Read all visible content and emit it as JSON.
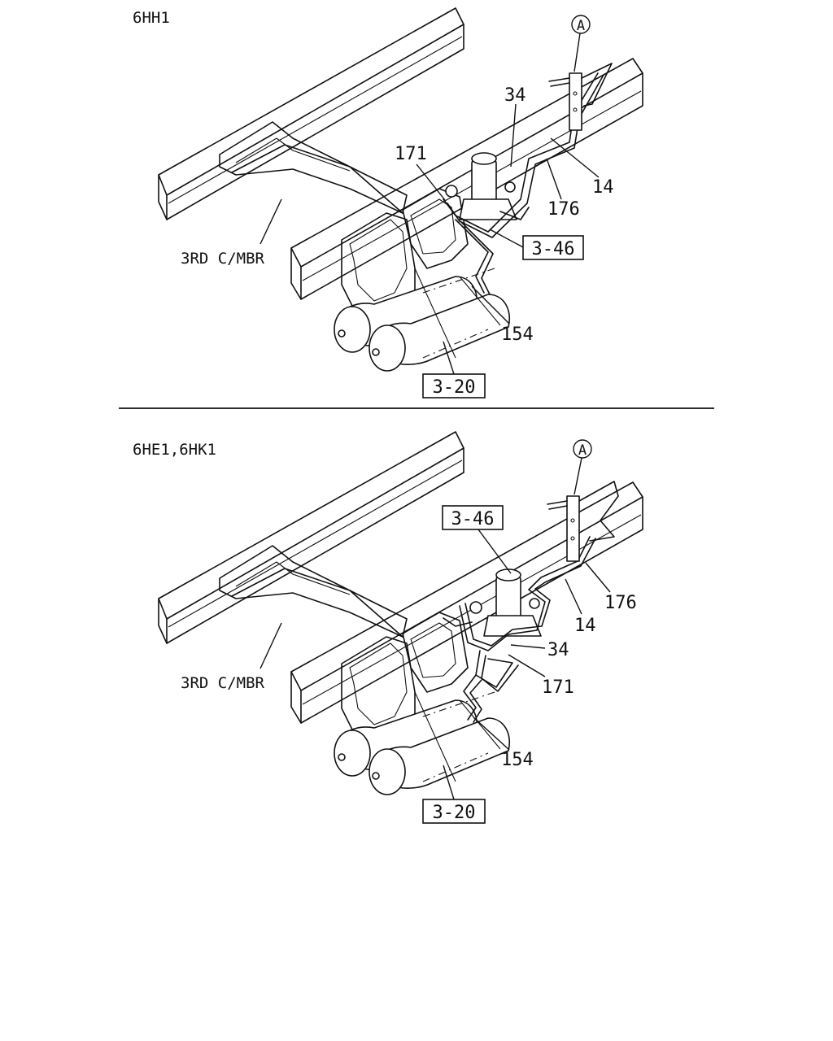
{
  "top_view": {
    "variant": "6HH1",
    "member_label": "3RD C/MBR",
    "callout_a": "A",
    "parts": {
      "p34": "34",
      "p171": "171",
      "p14": "14",
      "p176": "176",
      "p154": "154"
    },
    "refs": {
      "r346": "3-46",
      "r320": "3-20"
    }
  },
  "bottom_view": {
    "variant": "6HE1,6HK1",
    "member_label": "3RD C/MBR",
    "callout_a": "A",
    "parts": {
      "p34": "34",
      "p171": "171",
      "p14": "14",
      "p176": "176",
      "p154": "154"
    },
    "refs": {
      "r346": "3-46",
      "r320": "3-20"
    }
  }
}
